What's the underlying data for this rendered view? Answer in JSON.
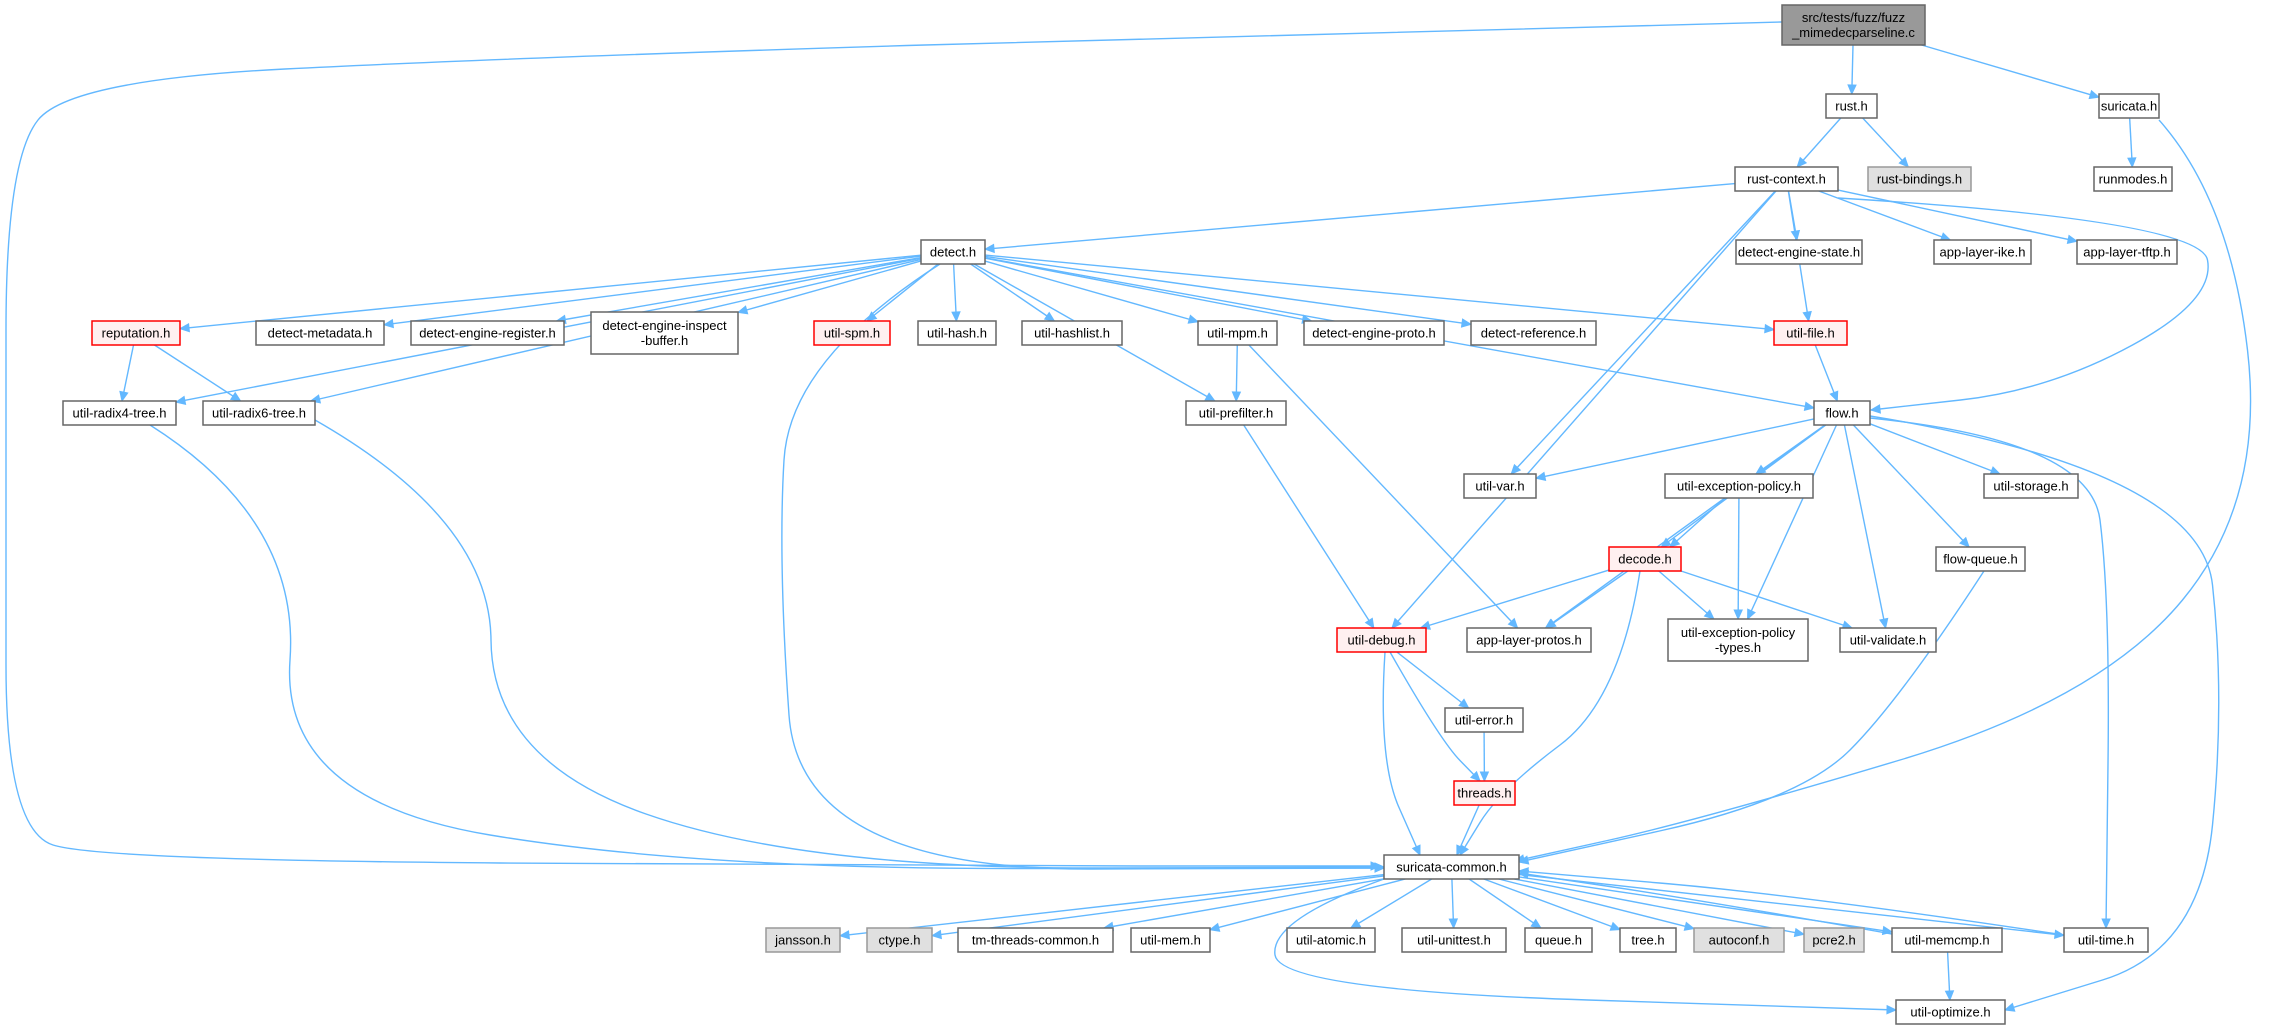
{
  "colors": {
    "edge": "#63b8ff",
    "root_fill": "#999999",
    "root_stroke": "#666666",
    "normal_fill": "#ffffff",
    "normal_stroke": "#666666",
    "truncated_fill": "#fff0f0",
    "truncated_stroke": "#ff0000",
    "external_fill": "#e0e0e0",
    "external_stroke": "#999999"
  },
  "nodes": [
    {
      "id": "root",
      "lines": [
        "src/tests/fuzz/fuzz",
        "_mimedecparseline.c"
      ],
      "kind": "root",
      "icon": "file-icon"
    },
    {
      "id": "rust_h",
      "lines": [
        "rust.h"
      ],
      "kind": "normal"
    },
    {
      "id": "suricata_h",
      "lines": [
        "suricata.h"
      ],
      "kind": "normal"
    },
    {
      "id": "rust_context_h",
      "lines": [
        "rust-context.h"
      ],
      "kind": "normal"
    },
    {
      "id": "rust_bindings_h",
      "lines": [
        "rust-bindings.h"
      ],
      "kind": "external"
    },
    {
      "id": "runmodes_h",
      "lines": [
        "runmodes.h"
      ],
      "kind": "normal"
    },
    {
      "id": "detect_h",
      "lines": [
        "detect.h"
      ],
      "kind": "normal"
    },
    {
      "id": "detect_engine_state_h",
      "lines": [
        "detect-engine-state.h"
      ],
      "kind": "normal"
    },
    {
      "id": "app_layer_ike_h",
      "lines": [
        "app-layer-ike.h"
      ],
      "kind": "normal"
    },
    {
      "id": "app_layer_tftp_h",
      "lines": [
        "app-layer-tftp.h"
      ],
      "kind": "normal"
    },
    {
      "id": "reputation_h",
      "lines": [
        "reputation.h"
      ],
      "kind": "truncated"
    },
    {
      "id": "detect_metadata_h",
      "lines": [
        "detect-metadata.h"
      ],
      "kind": "normal"
    },
    {
      "id": "detect_engine_register_h",
      "lines": [
        "detect-engine-register.h"
      ],
      "kind": "normal"
    },
    {
      "id": "detect_engine_inspect_buffer_h",
      "lines": [
        "detect-engine-inspect",
        "-buffer.h"
      ],
      "kind": "normal"
    },
    {
      "id": "util_spm_h",
      "lines": [
        "util-spm.h"
      ],
      "kind": "truncated"
    },
    {
      "id": "util_hash_h",
      "lines": [
        "util-hash.h"
      ],
      "kind": "normal"
    },
    {
      "id": "util_hashlist_h",
      "lines": [
        "util-hashlist.h"
      ],
      "kind": "normal"
    },
    {
      "id": "util_mpm_h",
      "lines": [
        "util-mpm.h"
      ],
      "kind": "normal"
    },
    {
      "id": "detect_engine_proto_h",
      "lines": [
        "detect-engine-proto.h"
      ],
      "kind": "normal"
    },
    {
      "id": "detect_reference_h",
      "lines": [
        "detect-reference.h"
      ],
      "kind": "normal"
    },
    {
      "id": "util_file_h",
      "lines": [
        "util-file.h"
      ],
      "kind": "truncated"
    },
    {
      "id": "util_radix4_tree_h",
      "lines": [
        "util-radix4-tree.h"
      ],
      "kind": "normal"
    },
    {
      "id": "util_radix6_tree_h",
      "lines": [
        "util-radix6-tree.h"
      ],
      "kind": "normal"
    },
    {
      "id": "util_prefilter_h",
      "lines": [
        "util-prefilter.h"
      ],
      "kind": "normal"
    },
    {
      "id": "flow_h",
      "lines": [
        "flow.h"
      ],
      "kind": "normal"
    },
    {
      "id": "util_var_h",
      "lines": [
        "util-var.h"
      ],
      "kind": "normal"
    },
    {
      "id": "util_exception_policy_h",
      "lines": [
        "util-exception-policy.h"
      ],
      "kind": "normal"
    },
    {
      "id": "util_storage_h",
      "lines": [
        "util-storage.h"
      ],
      "kind": "normal"
    },
    {
      "id": "decode_h",
      "lines": [
        "decode.h"
      ],
      "kind": "truncated"
    },
    {
      "id": "flow_queue_h",
      "lines": [
        "flow-queue.h"
      ],
      "kind": "normal"
    },
    {
      "id": "util_debug_h",
      "lines": [
        "util-debug.h"
      ],
      "kind": "truncated"
    },
    {
      "id": "app_layer_protos_h",
      "lines": [
        "app-layer-protos.h"
      ],
      "kind": "normal"
    },
    {
      "id": "util_exception_policy_types_h",
      "lines": [
        "util-exception-policy",
        "-types.h"
      ],
      "kind": "normal"
    },
    {
      "id": "util_validate_h",
      "lines": [
        "util-validate.h"
      ],
      "kind": "normal"
    },
    {
      "id": "util_error_h",
      "lines": [
        "util-error.h"
      ],
      "kind": "normal"
    },
    {
      "id": "threads_h",
      "lines": [
        "threads.h"
      ],
      "kind": "truncated"
    },
    {
      "id": "suricata_common_h",
      "lines": [
        "suricata-common.h"
      ],
      "kind": "normal"
    },
    {
      "id": "jansson_h",
      "lines": [
        "jansson.h"
      ],
      "kind": "external"
    },
    {
      "id": "ctype_h",
      "lines": [
        "ctype.h"
      ],
      "kind": "external"
    },
    {
      "id": "tm_threads_common_h",
      "lines": [
        "tm-threads-common.h"
      ],
      "kind": "normal"
    },
    {
      "id": "util_mem_h",
      "lines": [
        "util-mem.h"
      ],
      "kind": "normal"
    },
    {
      "id": "util_atomic_h",
      "lines": [
        "util-atomic.h"
      ],
      "kind": "normal"
    },
    {
      "id": "util_unittest_h",
      "lines": [
        "util-unittest.h"
      ],
      "kind": "normal"
    },
    {
      "id": "queue_h",
      "lines": [
        "queue.h"
      ],
      "kind": "normal"
    },
    {
      "id": "tree_h",
      "lines": [
        "tree.h"
      ],
      "kind": "normal"
    },
    {
      "id": "autoconf_h",
      "lines": [
        "autoconf.h"
      ],
      "kind": "external"
    },
    {
      "id": "pcre2_h",
      "lines": [
        "pcre2.h"
      ],
      "kind": "external"
    },
    {
      "id": "util_memcmp_h",
      "lines": [
        "util-memcmp.h"
      ],
      "kind": "normal"
    },
    {
      "id": "util_time_h",
      "lines": [
        "util-time.h"
      ],
      "kind": "normal"
    },
    {
      "id": "util_optimize_h",
      "lines": [
        "util-optimize.h"
      ],
      "kind": "normal"
    }
  ],
  "edges": [
    {
      "from": "root",
      "to": "rust_h"
    },
    {
      "from": "root",
      "to": "suricata_h"
    },
    {
      "from": "root",
      "to": "suricata_common_h"
    },
    {
      "from": "rust_h",
      "to": "rust_context_h"
    },
    {
      "from": "rust_h",
      "to": "rust_bindings_h"
    },
    {
      "from": "suricata_h",
      "to": "runmodes_h"
    },
    {
      "from": "suricata_h",
      "to": "suricata_common_h"
    },
    {
      "from": "rust_context_h",
      "to": "detect_h"
    },
    {
      "from": "rust_context_h",
      "to": "detect_engine_state_h"
    },
    {
      "from": "rust_context_h",
      "to": "app_layer_ike_h"
    },
    {
      "from": "rust_context_h",
      "to": "app_layer_tftp_h"
    },
    {
      "from": "rust_context_h",
      "to": "util_file_h"
    },
    {
      "from": "rust_context_h",
      "to": "flow_h"
    },
    {
      "from": "rust_context_h",
      "to": "util_var_h"
    },
    {
      "from": "rust_context_h",
      "to": "util_debug_h"
    },
    {
      "from": "detect_h",
      "to": "reputation_h"
    },
    {
      "from": "detect_h",
      "to": "detect_metadata_h"
    },
    {
      "from": "detect_h",
      "to": "detect_engine_register_h"
    },
    {
      "from": "detect_h",
      "to": "detect_engine_inspect_buffer_h"
    },
    {
      "from": "detect_h",
      "to": "util_spm_h"
    },
    {
      "from": "detect_h",
      "to": "util_hash_h"
    },
    {
      "from": "detect_h",
      "to": "util_hashlist_h"
    },
    {
      "from": "detect_h",
      "to": "util_mpm_h"
    },
    {
      "from": "detect_h",
      "to": "detect_engine_proto_h"
    },
    {
      "from": "detect_h",
      "to": "detect_reference_h"
    },
    {
      "from": "detect_h",
      "to": "util_file_h"
    },
    {
      "from": "detect_h",
      "to": "util_radix4_tree_h"
    },
    {
      "from": "detect_h",
      "to": "util_radix6_tree_h"
    },
    {
      "from": "detect_h",
      "to": "util_prefilter_h"
    },
    {
      "from": "detect_h",
      "to": "flow_h"
    },
    {
      "from": "detect_h",
      "to": "suricata_common_h"
    },
    {
      "from": "reputation_h",
      "to": "util_radix4_tree_h"
    },
    {
      "from": "reputation_h",
      "to": "util_radix6_tree_h"
    },
    {
      "from": "util_mpm_h",
      "to": "util_prefilter_h"
    },
    {
      "from": "util_mpm_h",
      "to": "app_layer_protos_h"
    },
    {
      "from": "util_file_h",
      "to": "flow_h"
    },
    {
      "from": "util_radix4_tree_h",
      "to": "suricata_common_h"
    },
    {
      "from": "util_radix6_tree_h",
      "to": "suricata_common_h"
    },
    {
      "from": "util_prefilter_h",
      "to": "util_debug_h"
    },
    {
      "from": "flow_h",
      "to": "util_var_h"
    },
    {
      "from": "flow_h",
      "to": "util_exception_policy_h"
    },
    {
      "from": "flow_h",
      "to": "util_storage_h"
    },
    {
      "from": "flow_h",
      "to": "decode_h"
    },
    {
      "from": "flow_h",
      "to": "flow_queue_h"
    },
    {
      "from": "flow_h",
      "to": "app_layer_protos_h"
    },
    {
      "from": "flow_h",
      "to": "util_exception_policy_types_h"
    },
    {
      "from": "flow_h",
      "to": "util_validate_h"
    },
    {
      "from": "flow_h",
      "to": "util_time_h"
    },
    {
      "from": "flow_h",
      "to": "util_optimize_h"
    },
    {
      "from": "util_exception_policy_h",
      "to": "decode_h"
    },
    {
      "from": "util_exception_policy_h",
      "to": "util_exception_policy_types_h"
    },
    {
      "from": "decode_h",
      "to": "util_debug_h"
    },
    {
      "from": "decode_h",
      "to": "app_layer_protos_h"
    },
    {
      "from": "decode_h",
      "to": "util_exception_policy_types_h"
    },
    {
      "from": "decode_h",
      "to": "util_validate_h"
    },
    {
      "from": "decode_h",
      "to": "suricata_common_h"
    },
    {
      "from": "flow_queue_h",
      "to": "suricata_common_h"
    },
    {
      "from": "util_debug_h",
      "to": "util_error_h"
    },
    {
      "from": "util_debug_h",
      "to": "threads_h"
    },
    {
      "from": "util_debug_h",
      "to": "suricata_common_h"
    },
    {
      "from": "util_error_h",
      "to": "threads_h"
    },
    {
      "from": "threads_h",
      "to": "suricata_common_h"
    },
    {
      "from": "suricata_common_h",
      "to": "jansson_h"
    },
    {
      "from": "suricata_common_h",
      "to": "ctype_h"
    },
    {
      "from": "suricata_common_h",
      "to": "tm_threads_common_h"
    },
    {
      "from": "suricata_common_h",
      "to": "util_mem_h"
    },
    {
      "from": "suricata_common_h",
      "to": "util_atomic_h"
    },
    {
      "from": "suricata_common_h",
      "to": "util_unittest_h"
    },
    {
      "from": "suricata_common_h",
      "to": "queue_h"
    },
    {
      "from": "suricata_common_h",
      "to": "tree_h"
    },
    {
      "from": "suricata_common_h",
      "to": "autoconf_h"
    },
    {
      "from": "suricata_common_h",
      "to": "pcre2_h"
    },
    {
      "from": "suricata_common_h",
      "to": "util_memcmp_h"
    },
    {
      "from": "suricata_common_h",
      "to": "util_time_h"
    },
    {
      "from": "suricata_common_h",
      "to": "util_optimize_h"
    },
    {
      "from": "util_memcmp_h",
      "to": "suricata_common_h"
    },
    {
      "from": "util_memcmp_h",
      "to": "util_optimize_h"
    },
    {
      "from": "util_time_h",
      "to": "suricata_common_h"
    }
  ]
}
